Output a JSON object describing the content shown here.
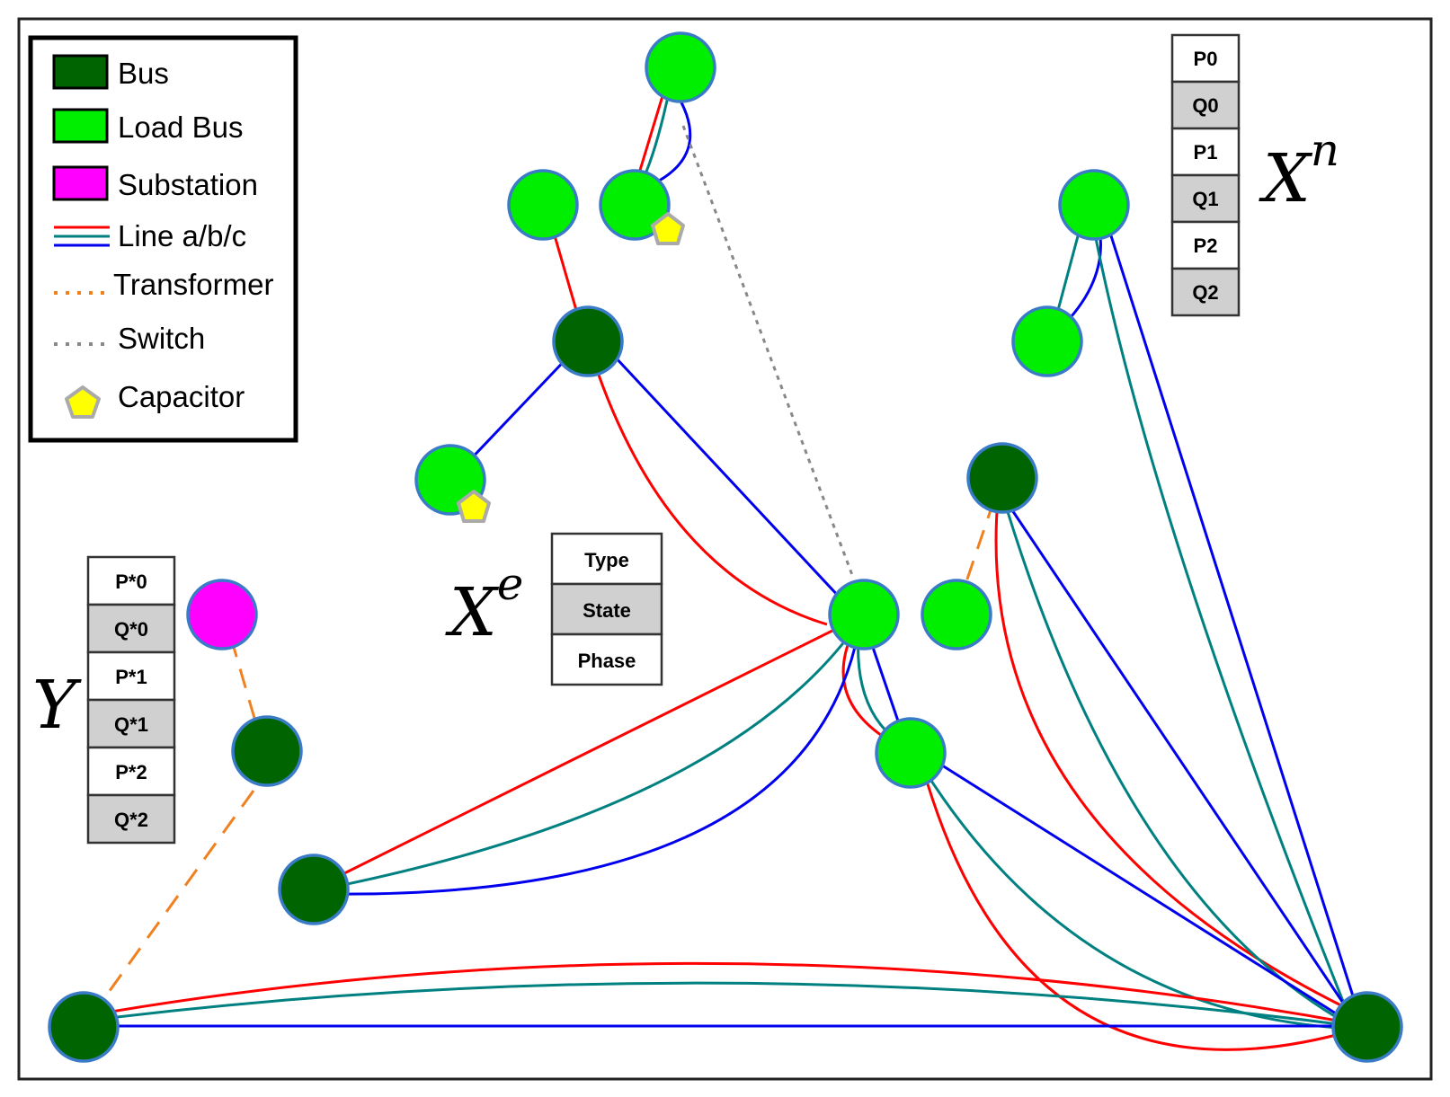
{
  "colors": {
    "bus": "#006400",
    "load_bus": "#00ee00",
    "substation": "#ff00ff",
    "line_a": "#ff0000",
    "line_b": "#008080",
    "line_c": "#0000ee",
    "transformer": "#f08020",
    "switch": "#888888",
    "capacitor_fill": "#ffff00",
    "capacitor_stroke": "#aaaaaa",
    "node_border": "#3a7bc8"
  },
  "legend": {
    "items": [
      {
        "label": "Bus",
        "icon": "dark-green-box-icon"
      },
      {
        "label": "Load Bus",
        "icon": "light-green-box-icon"
      },
      {
        "label": "Substation",
        "icon": "magenta-box-icon"
      },
      {
        "label": "Line a/b/c",
        "icon": "three-line-icon"
      },
      {
        "label": "Transformer",
        "icon": "orange-dotted-line-icon"
      },
      {
        "label": "Switch",
        "icon": "grey-dotted-line-icon"
      },
      {
        "label": "Capacitor",
        "icon": "yellow-pentagon-icon"
      }
    ]
  },
  "node_features": {
    "label_base": "X",
    "label_sup": "n",
    "cells": [
      "P0",
      "Q0",
      "P1",
      "Q1",
      "P2",
      "Q2"
    ]
  },
  "edge_features": {
    "label_base": "X",
    "label_sup": "e",
    "cells": [
      "Type",
      "State",
      "Phase"
    ]
  },
  "target_features": {
    "label": "Y",
    "cells": [
      "P*0",
      "Q*0",
      "P*1",
      "Q*1",
      "P*2",
      "Q*2"
    ]
  }
}
